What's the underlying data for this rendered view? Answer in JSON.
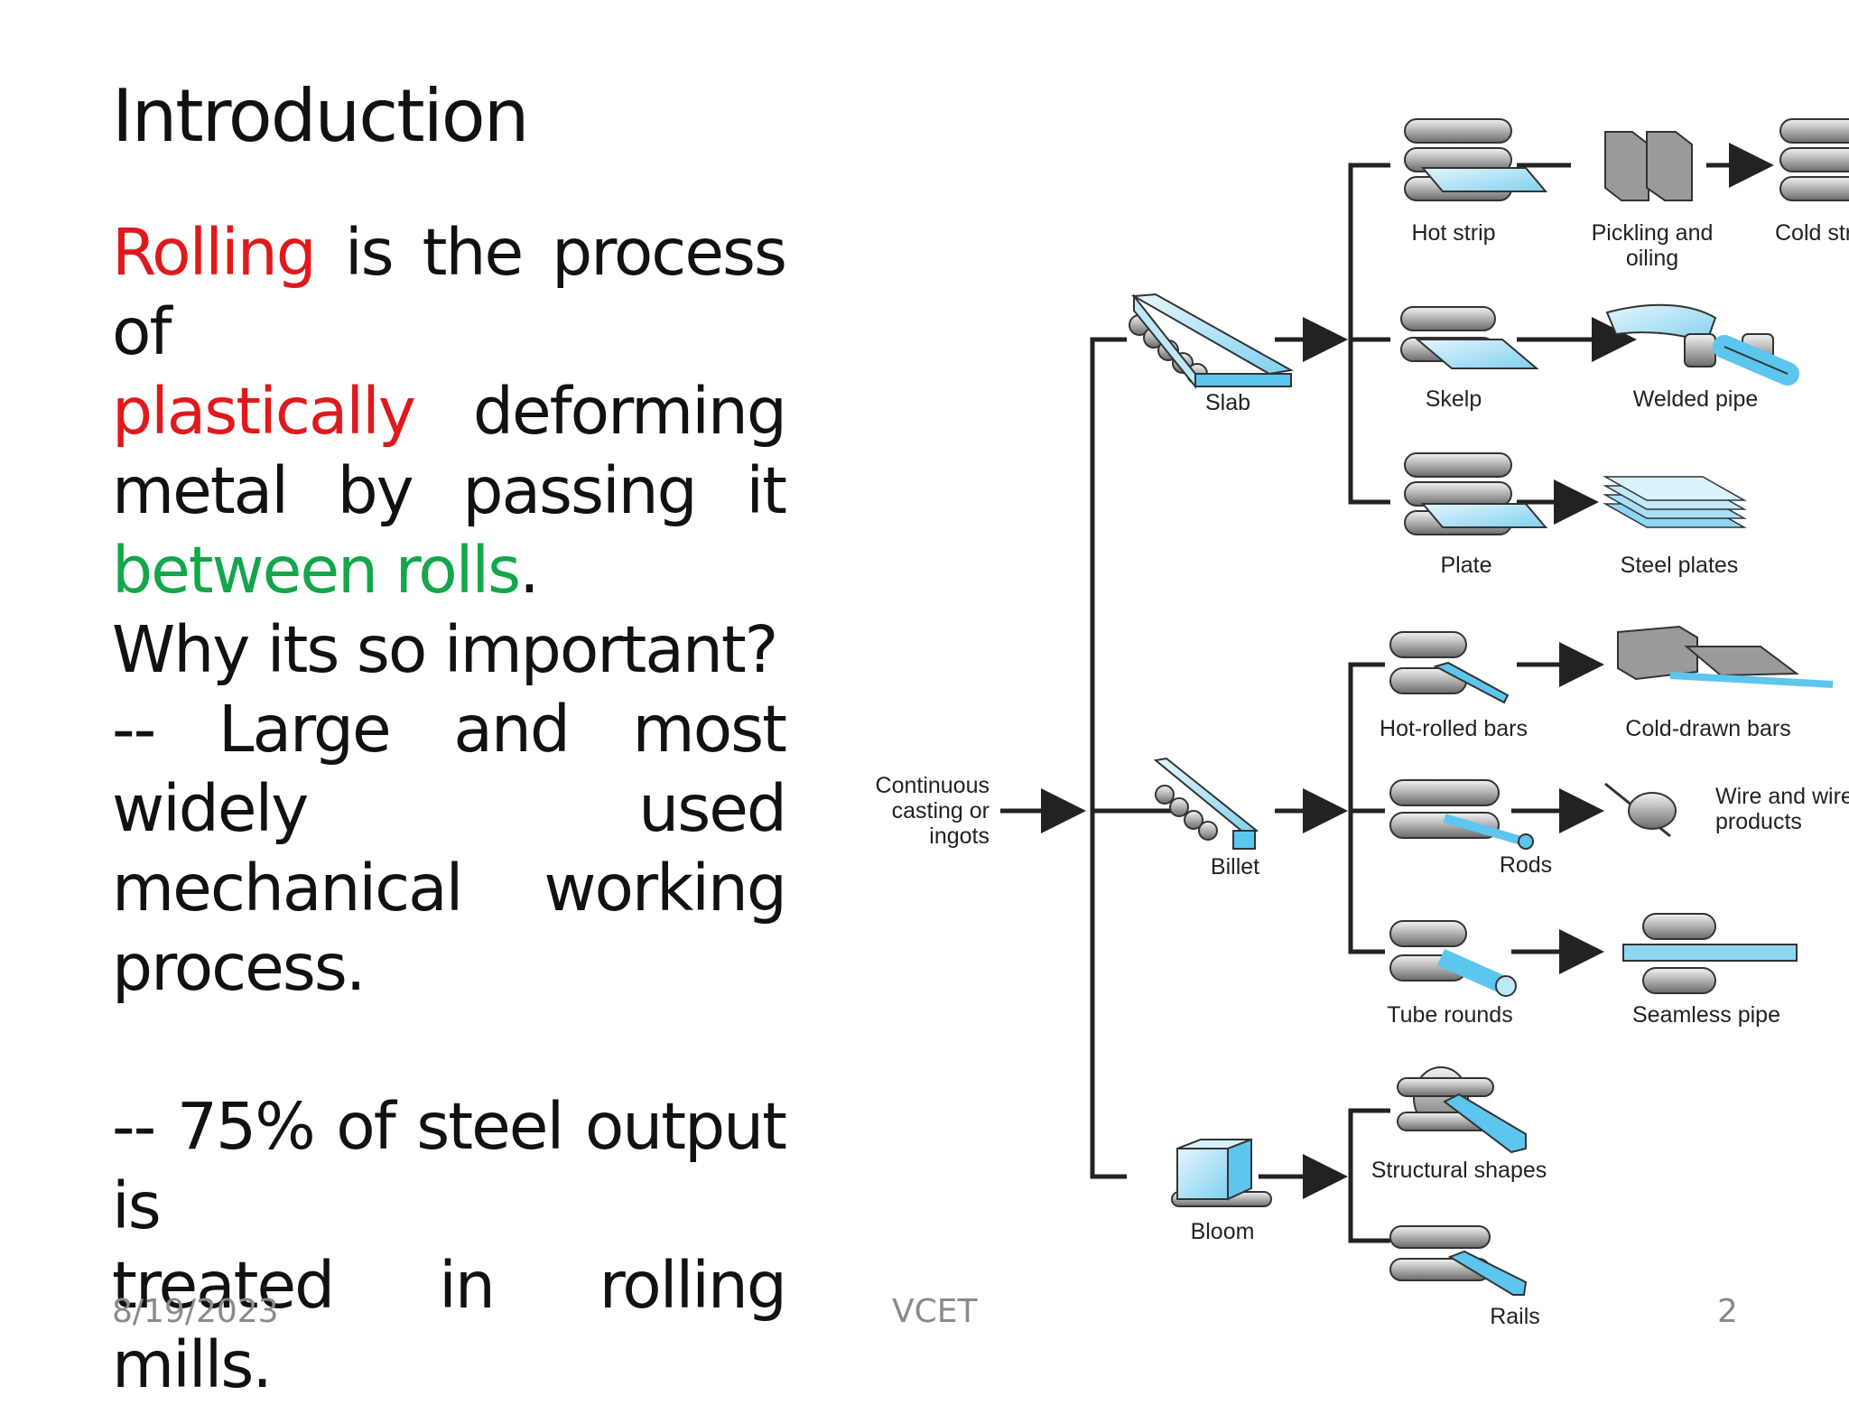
{
  "slide": {
    "title": "Introduction",
    "definition": {
      "term": "Rolling",
      "text1": " is the process of",
      "term2": "plastically",
      "text2": "deforming",
      "text3": "metal by passing it",
      "term3": "between rolls",
      "period": "."
    },
    "question": "Why its so important?",
    "point1_line1": "-- Large and most",
    "point1_line2": "widely used",
    "point1_line3": "mechanical working",
    "point1_line4": "process.",
    "point2_line1": "-- 75% of steel output is",
    "point2_line2": "treated in rolling mills.",
    "colors": {
      "term_red": "#e0191c",
      "term_green": "#13a64a"
    }
  },
  "footer": {
    "date": "8/19/2023",
    "org": "VCET",
    "page": "2"
  },
  "diagram": {
    "source_label": [
      "Continuous",
      "casting or",
      "ingots"
    ],
    "intermediates": [
      "Slab",
      "Billet",
      "Bloom"
    ],
    "slab_products": [
      "Hot strip",
      "Skelp",
      "Plate"
    ],
    "slab_finished": [
      "Pickling and",
      "oiling",
      "Cold str",
      "Welded pipe",
      "Steel plates"
    ],
    "billet_products": [
      "Hot-rolled bars",
      "Rods",
      "Tube rounds"
    ],
    "billet_finished": [
      "Cold-drawn bars",
      "Wire and wire",
      "products",
      "Seamless pipe"
    ],
    "bloom_products": [
      "Structural shapes",
      "Rails"
    ]
  }
}
